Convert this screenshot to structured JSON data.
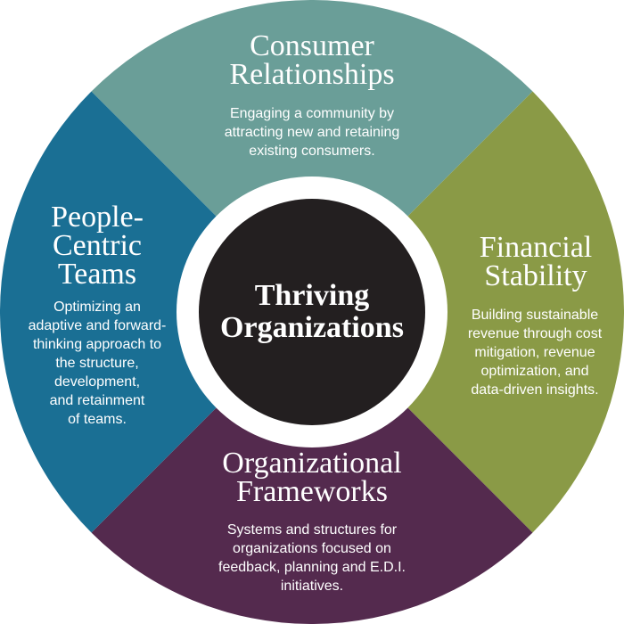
{
  "center": {
    "title": "Thriving\nOrganizations"
  },
  "segments": {
    "top": {
      "title": "Consumer\nRelationships",
      "description": "Engaging a community by\nattracting new and retaining\nexisting consumers.",
      "color": "#6a9e98"
    },
    "right": {
      "title": "Financial\nStability",
      "description": "Building sustainable\nrevenue through cost\nmitigation, revenue\noptimization, and\ndata-driven insights.",
      "color": "#8a9a46"
    },
    "bottom": {
      "title": "Organizational\nFrameworks",
      "description": "Systems and structures for\norganizations focused on\nfeedback, planning and E.D.I.\ninitiatives.",
      "color": "#542a4e"
    },
    "left": {
      "title": "People-\nCentric\nTeams",
      "description": "Optimizing an\nadaptive and forward-\nthinking approach to\nthe structure,\ndevelopment,\nand retainment\nof teams.",
      "color": "#1a6f94"
    }
  },
  "colors": {
    "ring_gap": "#ffffff",
    "hub": "#231f20"
  }
}
